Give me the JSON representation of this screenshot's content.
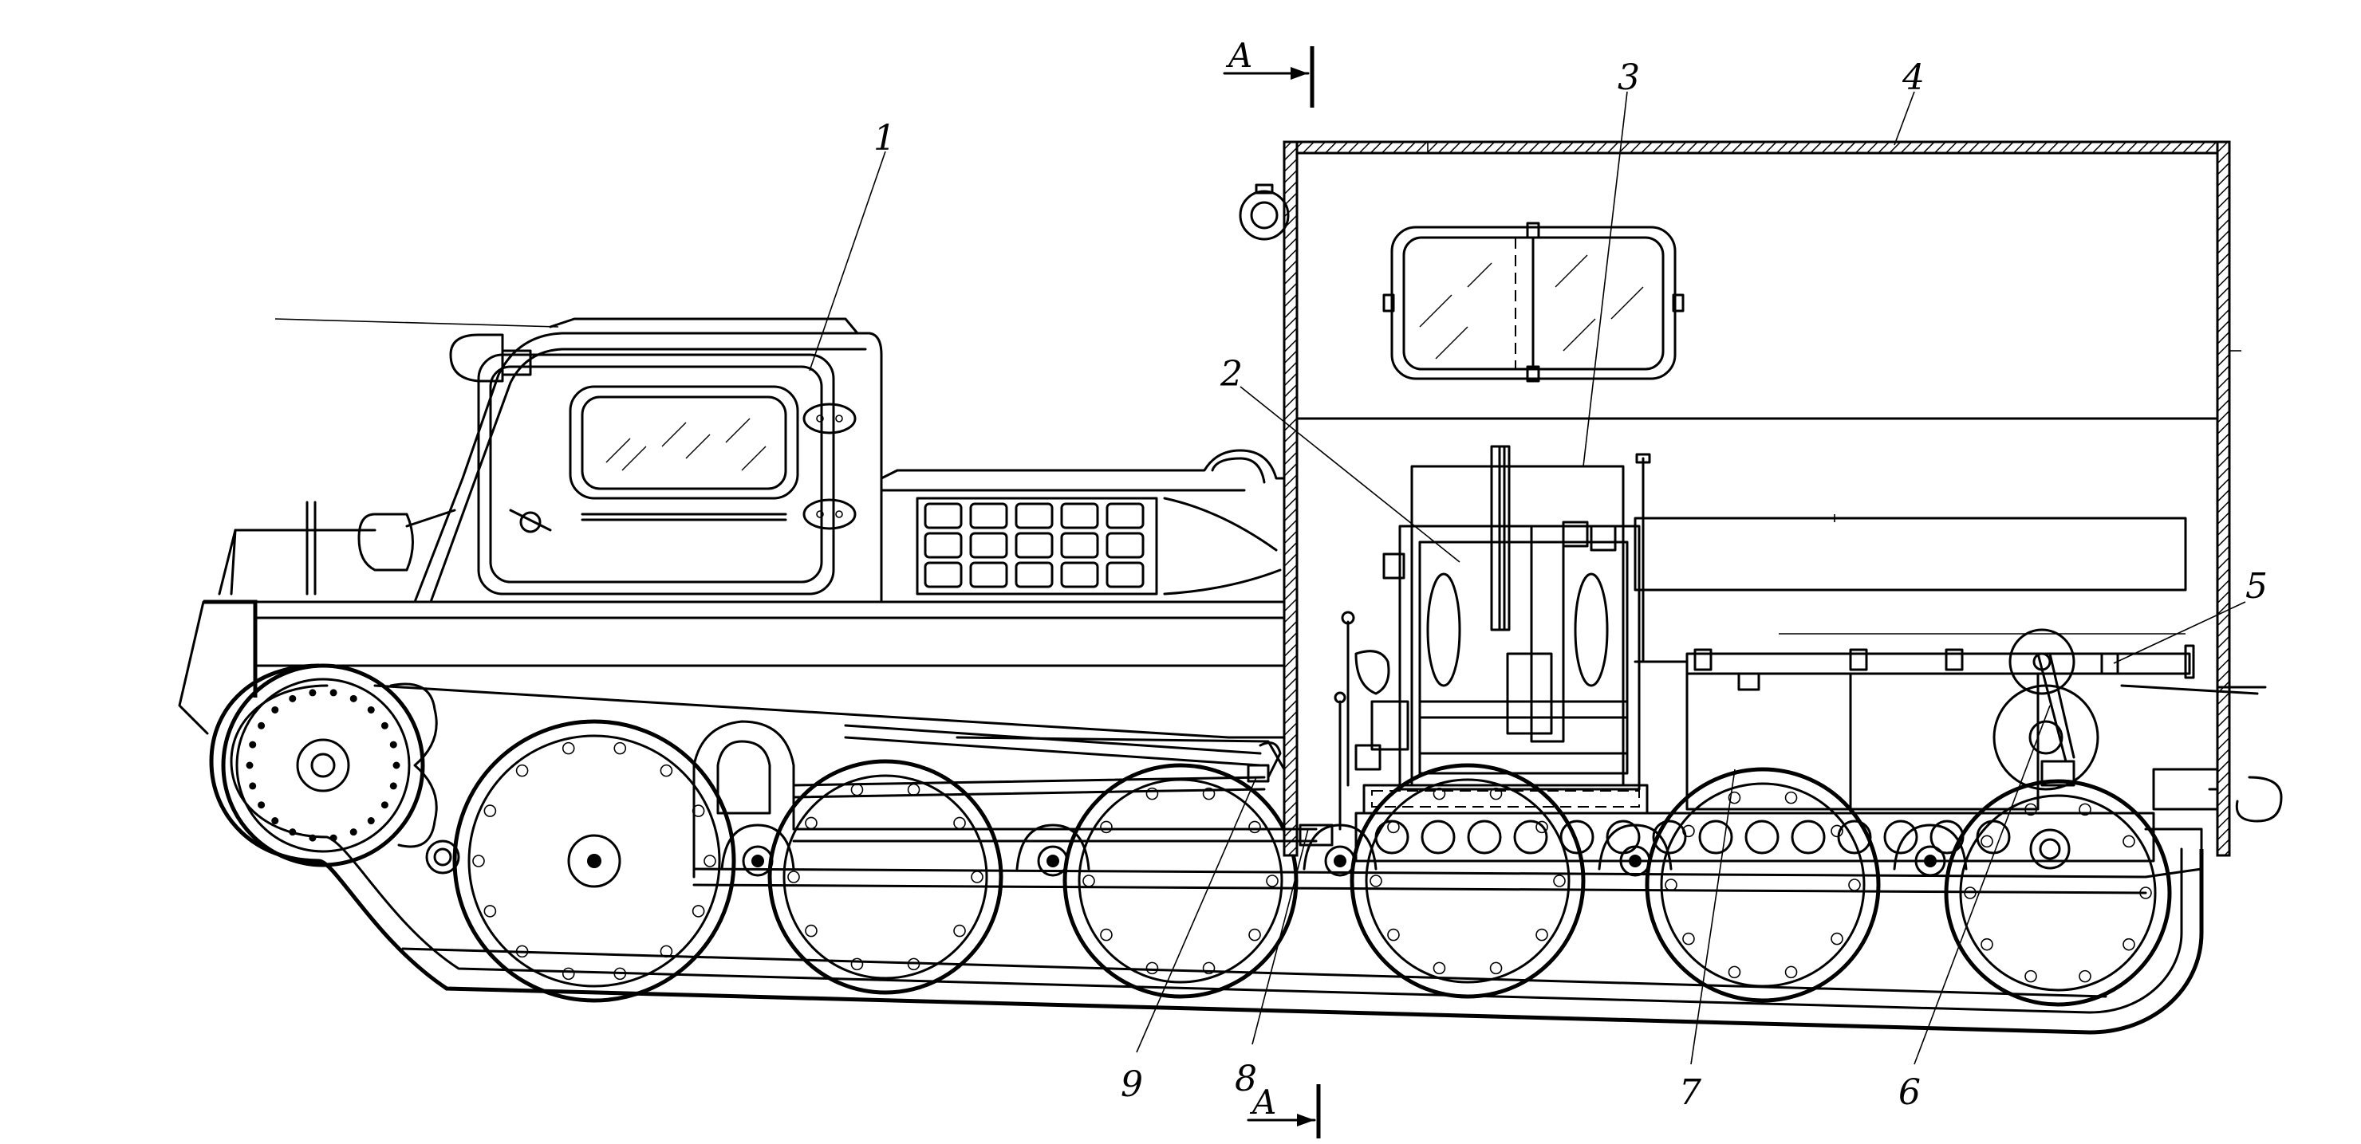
{
  "callouts": [
    {
      "id": "1",
      "text": "1"
    },
    {
      "id": "2",
      "text": "2"
    },
    {
      "id": "3",
      "text": "3"
    },
    {
      "id": "4",
      "text": "4"
    },
    {
      "id": "5",
      "text": "5"
    },
    {
      "id": "6",
      "text": "6"
    },
    {
      "id": "7",
      "text": "7"
    },
    {
      "id": "8",
      "text": "8"
    },
    {
      "id": "9",
      "text": "9"
    }
  ],
  "section_marks": {
    "top": "A",
    "bottom": "A"
  },
  "colors": {
    "ink": "#000000",
    "paper": "#ffffff"
  }
}
